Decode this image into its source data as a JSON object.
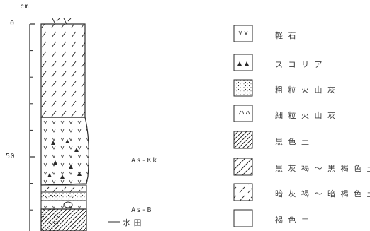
{
  "scale": {
    "unit": "cm",
    "ticks": [
      {
        "value": 0,
        "label": "0"
      },
      {
        "value": 50,
        "label": "50"
      }
    ]
  },
  "column_labels": {
    "kk": "As-Kk",
    "b": "As-B",
    "paddy": "水 田"
  },
  "legend": [
    {
      "key": "pumice",
      "label": "軽 石"
    },
    {
      "key": "scoria",
      "label": "ス コ リ ア"
    },
    {
      "key": "coarse_ash",
      "label": "粗 粒 火 山 灰"
    },
    {
      "key": "fine_ash",
      "label": "細 粒 火 山 灰"
    },
    {
      "key": "black_soil",
      "label": "黒 色 土"
    },
    {
      "key": "dark_gray_brown",
      "label": "黒 灰 褐 ～ 黒 褐 色 土"
    },
    {
      "key": "dim_gray_brown",
      "label": "暗 灰 褐 ～ 暗 褐 色 土"
    },
    {
      "key": "brown_soil",
      "label": "褐 色 土"
    }
  ],
  "colors": {
    "ink": "#2b2b2b",
    "paper": "#ffffff"
  }
}
